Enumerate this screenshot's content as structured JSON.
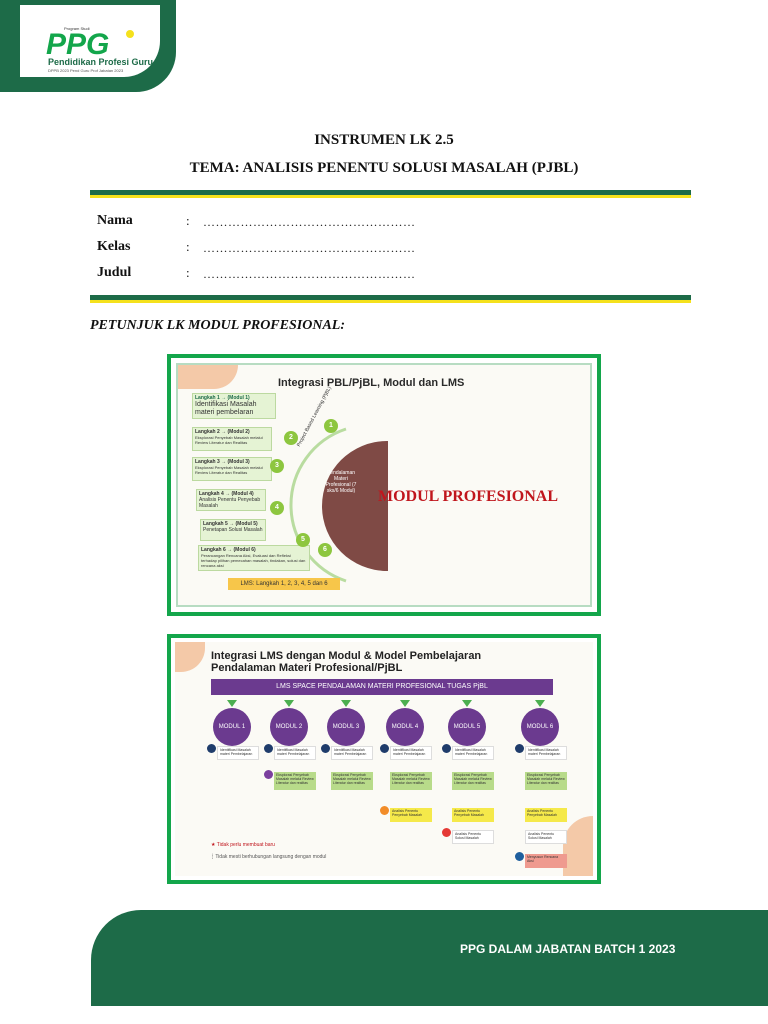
{
  "header": {
    "logo_small": "Program Studi",
    "logo_letters": "PPG",
    "logo_title": "Pendidikan Profesi Guru",
    "logo_subtitle": "DPPB 2023 Pend Guru Prof Jabatan 2023"
  },
  "document": {
    "title": "INSTRUMEN LK 2.5",
    "subtitle": "TEMA: ANALISIS PENENTU SOLUSI MASALAH (PJBL)",
    "fields": [
      {
        "label": "Nama",
        "colon": ":",
        "placeholder": "……………………………………………"
      },
      {
        "label": "Kelas",
        "colon": ":",
        "placeholder": "……………………………………………"
      },
      {
        "label": "Judul",
        "colon": ":",
        "placeholder": "……………………………………………"
      }
    ],
    "instruction": "PETUNJUK LK MODUL PROFESIONAL:"
  },
  "figure1": {
    "title": "Integrasi PBL/PjBL, Modul dan LMS",
    "steps": [
      {
        "title": "Langkah 1 → (Modul 1)",
        "text": "Identifikasi Masalah materi pembelaran"
      },
      {
        "title": "Langkah 2 → (Modul 2)",
        "text": "Eksplorasi Penyebab Masalah melalui Review Literatur dan Realitas"
      },
      {
        "title": "Langkah 3 → (Modul 3)",
        "text": "Eksplorasi Penyebab Masalah melalui Review Literatur dan Realitas"
      },
      {
        "title": "Langkah 4 → (Modul 4)",
        "text": "Analisis Penentu Penyebab Masalah"
      },
      {
        "title": "Langkah 5 → (Modul 5)",
        "text": "Penetapan Solusi Masalah"
      },
      {
        "title": "Langkah 6 → (Modul 6)",
        "text": "Perancangan Rencana Aksi, Evaluasi dan Refleksi terhadap pilihan pemecahan masalah, tindakan, solusi dan rencana aksi"
      }
    ],
    "circle_numbers": [
      "1",
      "2",
      "3",
      "4",
      "5",
      "6"
    ],
    "arc_label": "Project Based Learning (PjBL)",
    "disc_text": "Pendalaman Materi Profesional (7 sks/6 Modul)",
    "overlay": "MODUL PROFESIONAL",
    "lms": "LMS: Langkah 1, 2, 3, 4, 5 dan 6"
  },
  "figure2": {
    "title_line1": "Integrasi LMS dengan Modul & Model Pembelajaran",
    "title_line2": "Pendalaman Materi Profesional/PjBL",
    "bar": "LMS SPACE PENDALAMAN MATERI PROFESIONAL TUGAS PjBL",
    "modules": [
      "MODUL 1",
      "MODUL 2",
      "MODUL 3",
      "MODUL 4",
      "MODUL 5",
      "MODUL 6"
    ],
    "box_identify": "Identifikasi Masalah materi Pembelajaran",
    "box_explore1": "Eksplorasi Penyebab Masalah melalui Review Literatur dan realitas",
    "box_explore2": "Eksplorasi Penyebab Masalah melalui Review Literatur dan realitas",
    "box_analysis": "Analisis Penentu Penyebab Masalah",
    "box_solution": "Analisis Penentu Solusi Masalah",
    "box_plan": "Menyusun Rencana Aksi",
    "legend1": "Tidak perlu membuat baru",
    "legend2": "Tidak mesti berhubungan langsung dengan modul"
  },
  "footer": {
    "text": "PPG DALAM JABATAN BATCH 1 2023"
  },
  "colors": {
    "brand_green": "#1d6b48",
    "accent_yellow": "#f5e11c",
    "frame_green": "#13a64b",
    "purple": "#6b3a8f",
    "red": "#c0161d"
  }
}
